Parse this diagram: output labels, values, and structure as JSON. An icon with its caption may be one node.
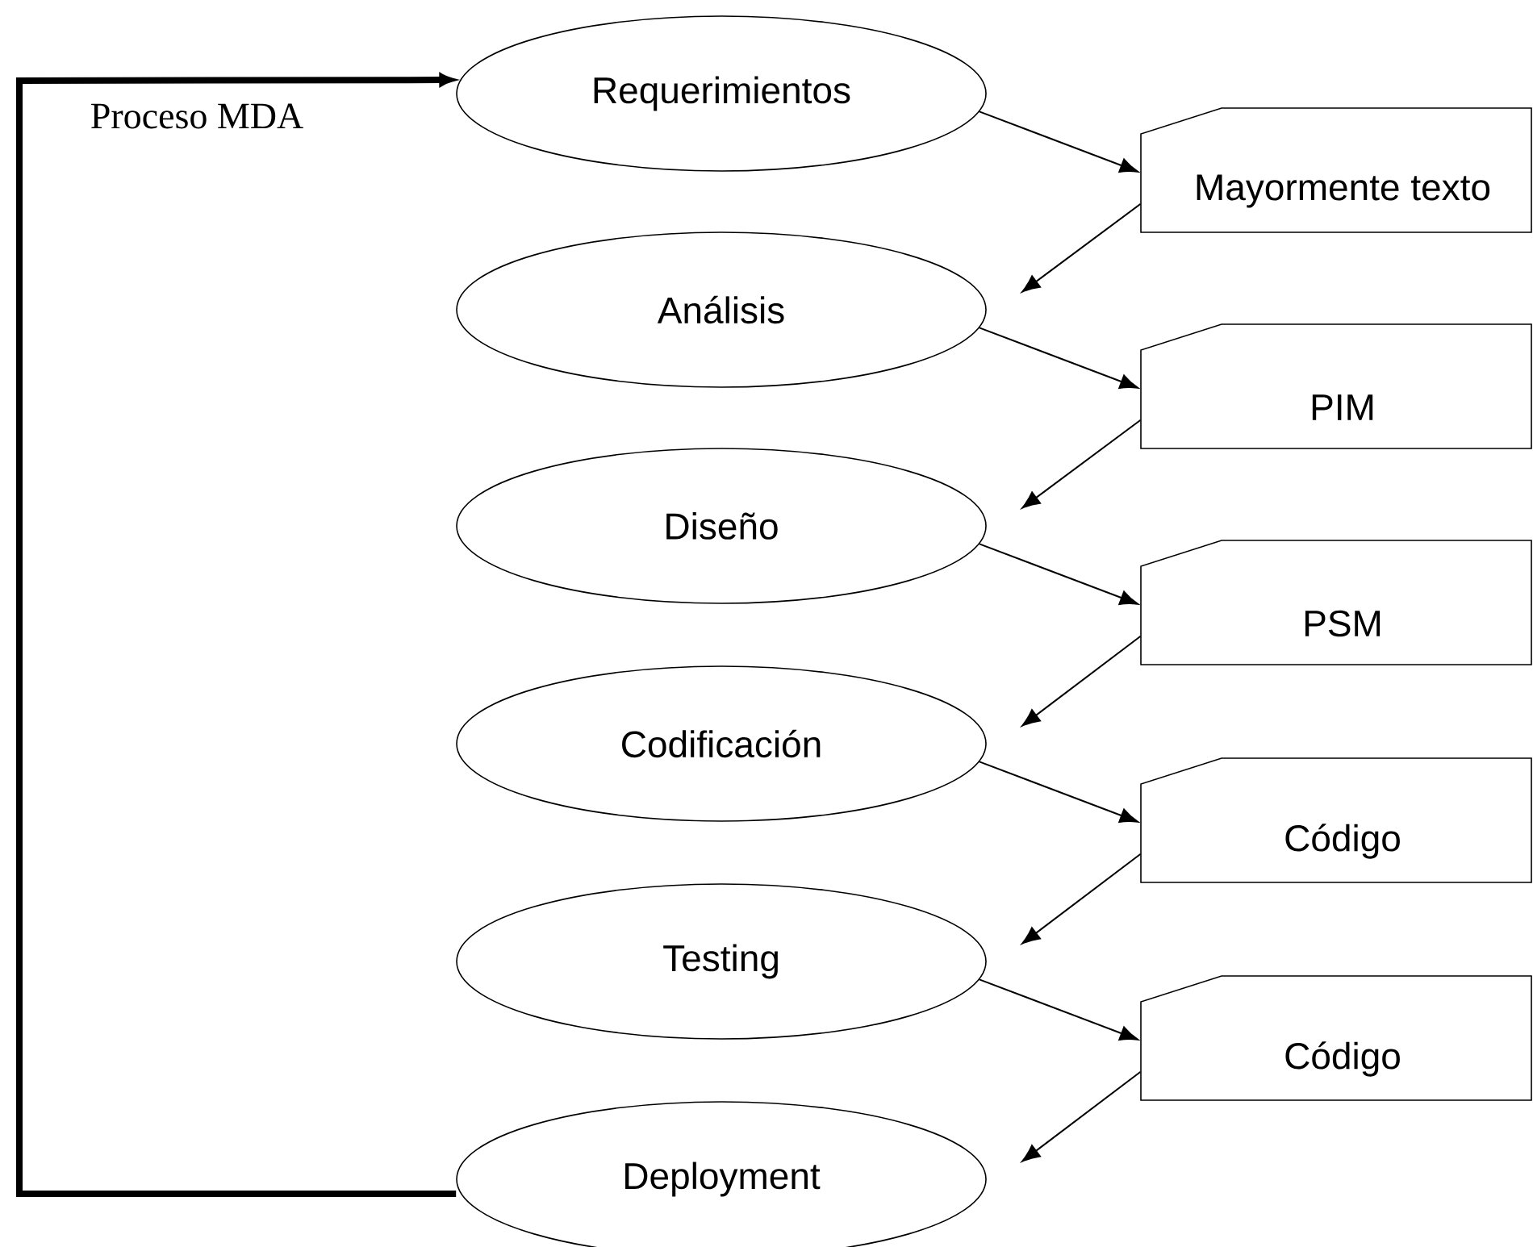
{
  "diagram": {
    "nodes": [
      {
        "text": [
          "Requerimientos"
        ]
      },
      {
        "text": [
          "Mayormente texto"
        ]
      },
      {
        "text": [
          "Análisis"
        ]
      },
      {
        "text": [
          "PIM"
        ]
      },
      {
        "text": [
          "Diseño"
        ]
      },
      {
        "text": [
          "PSM"
        ]
      },
      {
        "text": [
          "Codificación"
        ]
      },
      {
        "text": [
          "Código"
        ]
      },
      {
        "text": [
          "Testing"
        ]
      },
      {
        "text": [
          "Código"
        ]
      },
      {
        "text": [
          "Deployment"
        ]
      }
    ],
    "edges": [
      {
        "from": 0,
        "to": 1,
        "arrow": "to"
      },
      {
        "from": 1,
        "to": 2,
        "arrow": "to"
      },
      {
        "from": 2,
        "to": 3,
        "arrow": "to"
      },
      {
        "from": 3,
        "to": 4,
        "arrow": "to"
      },
      {
        "from": 4,
        "to": 5,
        "arrow": "to"
      },
      {
        "from": 5,
        "to": 6,
        "arrow": "to"
      },
      {
        "from": 6,
        "to": 7,
        "arrow": "to"
      },
      {
        "from": 7,
        "to": 8,
        "arrow": "to"
      },
      {
        "from": 8,
        "to": 9,
        "arrow": "to"
      },
      {
        "from": 9,
        "to": 10,
        "arrow": "to"
      },
      {
        "from": 10,
        "to": 0,
        "arrow": "to",
        "label": "Proceso MDA",
        "style": "thick"
      }
    ]
  }
}
